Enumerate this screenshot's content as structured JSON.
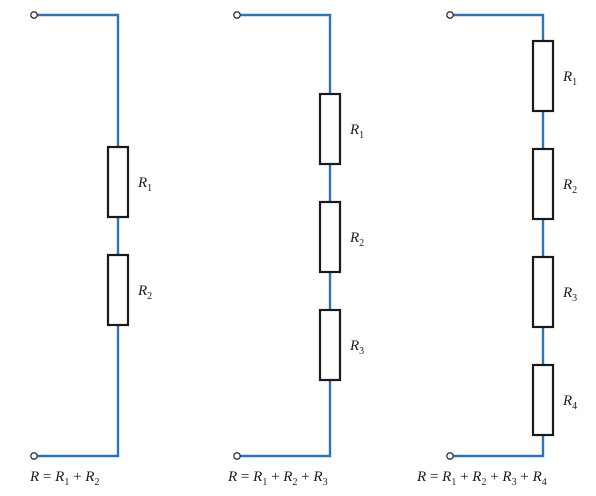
{
  "circuits": [
    {
      "resistors": [
        {
          "name": "R",
          "sub": "1"
        },
        {
          "name": "R",
          "sub": "2"
        }
      ],
      "formula": {
        "lhs": "R",
        "op": "+",
        "eq": "="
      }
    },
    {
      "resistors": [
        {
          "name": "R",
          "sub": "1"
        },
        {
          "name": "R",
          "sub": "2"
        },
        {
          "name": "R",
          "sub": "3"
        }
      ],
      "formula": {
        "lhs": "R",
        "op": "+",
        "eq": "="
      }
    },
    {
      "resistors": [
        {
          "name": "R",
          "sub": "1"
        },
        {
          "name": "R",
          "sub": "2"
        },
        {
          "name": "R",
          "sub": "3"
        },
        {
          "name": "R",
          "sub": "4"
        }
      ],
      "formula": {
        "lhs": "R",
        "op": "+",
        "eq": "="
      }
    }
  ],
  "colors": {
    "wire": "#2f74b8",
    "resistor_outline": "#1a1a1a",
    "terminal": "#333333"
  }
}
